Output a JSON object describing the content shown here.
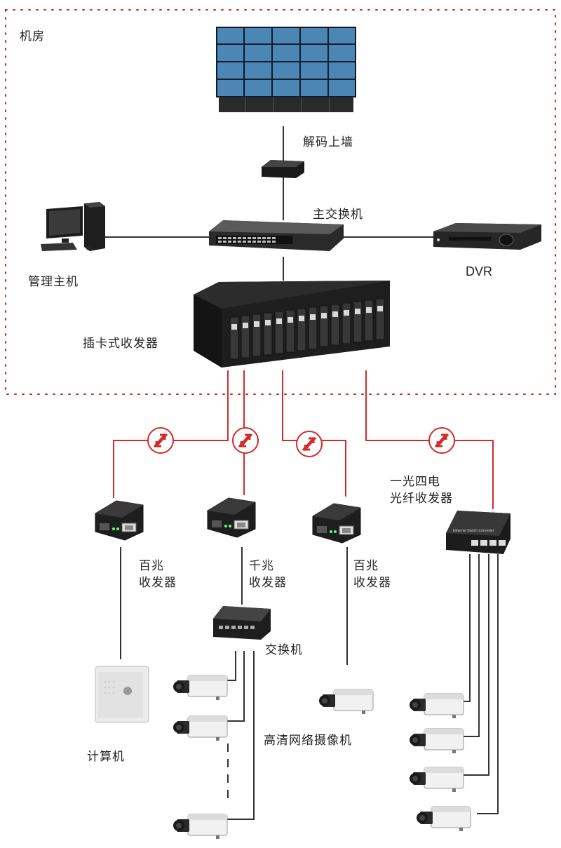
{
  "room_label": "机房",
  "video_wall": {
    "label": "解码上墙"
  },
  "main_switch": {
    "label": "主交换机"
  },
  "management_host": {
    "label": "管理主机"
  },
  "dvr": {
    "label": "DVR"
  },
  "card_transceiver": {
    "label": "插卡式收发器"
  },
  "transceiver_100m_a": {
    "label": "百兆\n收发器"
  },
  "transceiver_1000m": {
    "label": "千兆\n收发器"
  },
  "transceiver_100m_b": {
    "label": "百兆\n收发器"
  },
  "one_fiber_four_copper": {
    "label": "一光四电\n光纤收发器",
    "device_text": "Ethernet Switch Converter"
  },
  "switch": {
    "label": "交换机"
  },
  "computer": {
    "label": "计算机"
  },
  "hd_cameras": {
    "label": "高清网络摄像机"
  },
  "colors": {
    "fiber": "#d42a2a",
    "copper": "#333333",
    "room_border": "#c62828",
    "device": "#1f1f1f"
  }
}
